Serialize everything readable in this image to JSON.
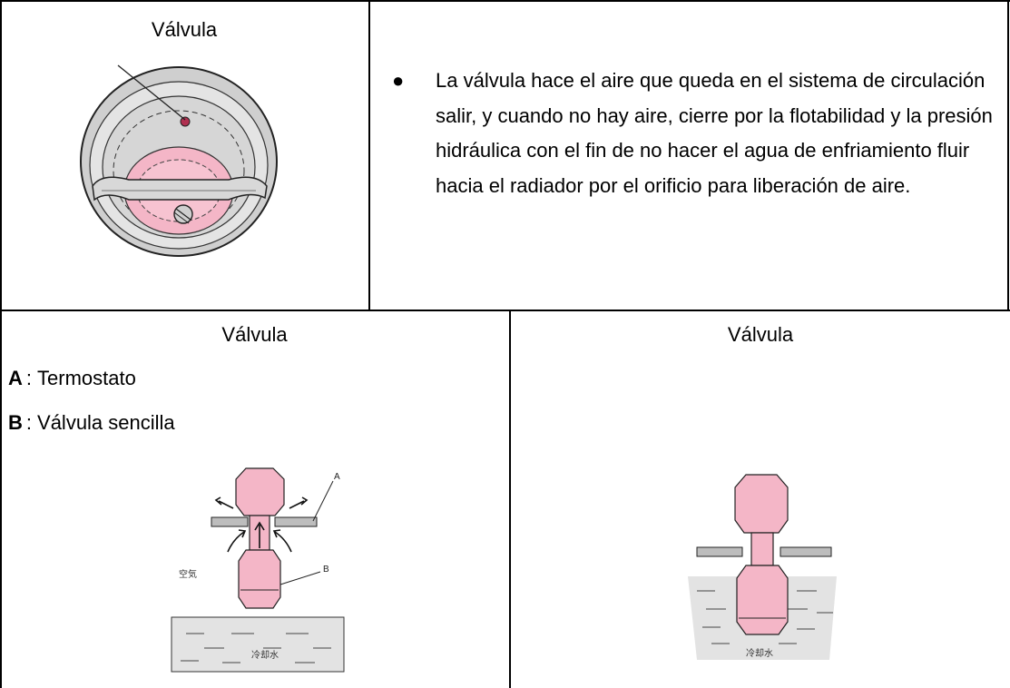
{
  "cell_top_left": {
    "caption": "Válvula"
  },
  "cell_top_right": {
    "description": "La válvula hace el aire que queda en el sistema de circulación salir, y cuando no hay aire, cierre por la flotabilidad y la presión hidráulica con el fin de no hacer el agua de enfriamiento fluir hacia el radiador por el orificio para liberación de aire."
  },
  "cell_bottom_left": {
    "caption": "Válvula",
    "legend": [
      {
        "key": "A",
        "text": "Termostato"
      },
      {
        "key": "B",
        "text": "Válvula sencilla"
      }
    ],
    "figure_labels": {
      "a": "A",
      "b": "B",
      "air": "空気",
      "water": "冷却水"
    }
  },
  "cell_bottom_right": {
    "caption": "Válvula",
    "figure_labels": {
      "water": "冷却水"
    }
  },
  "colors": {
    "valve_pink": "#f4b6c7",
    "metal_gray": "#c9c9c9",
    "water_gray": "#e3e3e3"
  }
}
